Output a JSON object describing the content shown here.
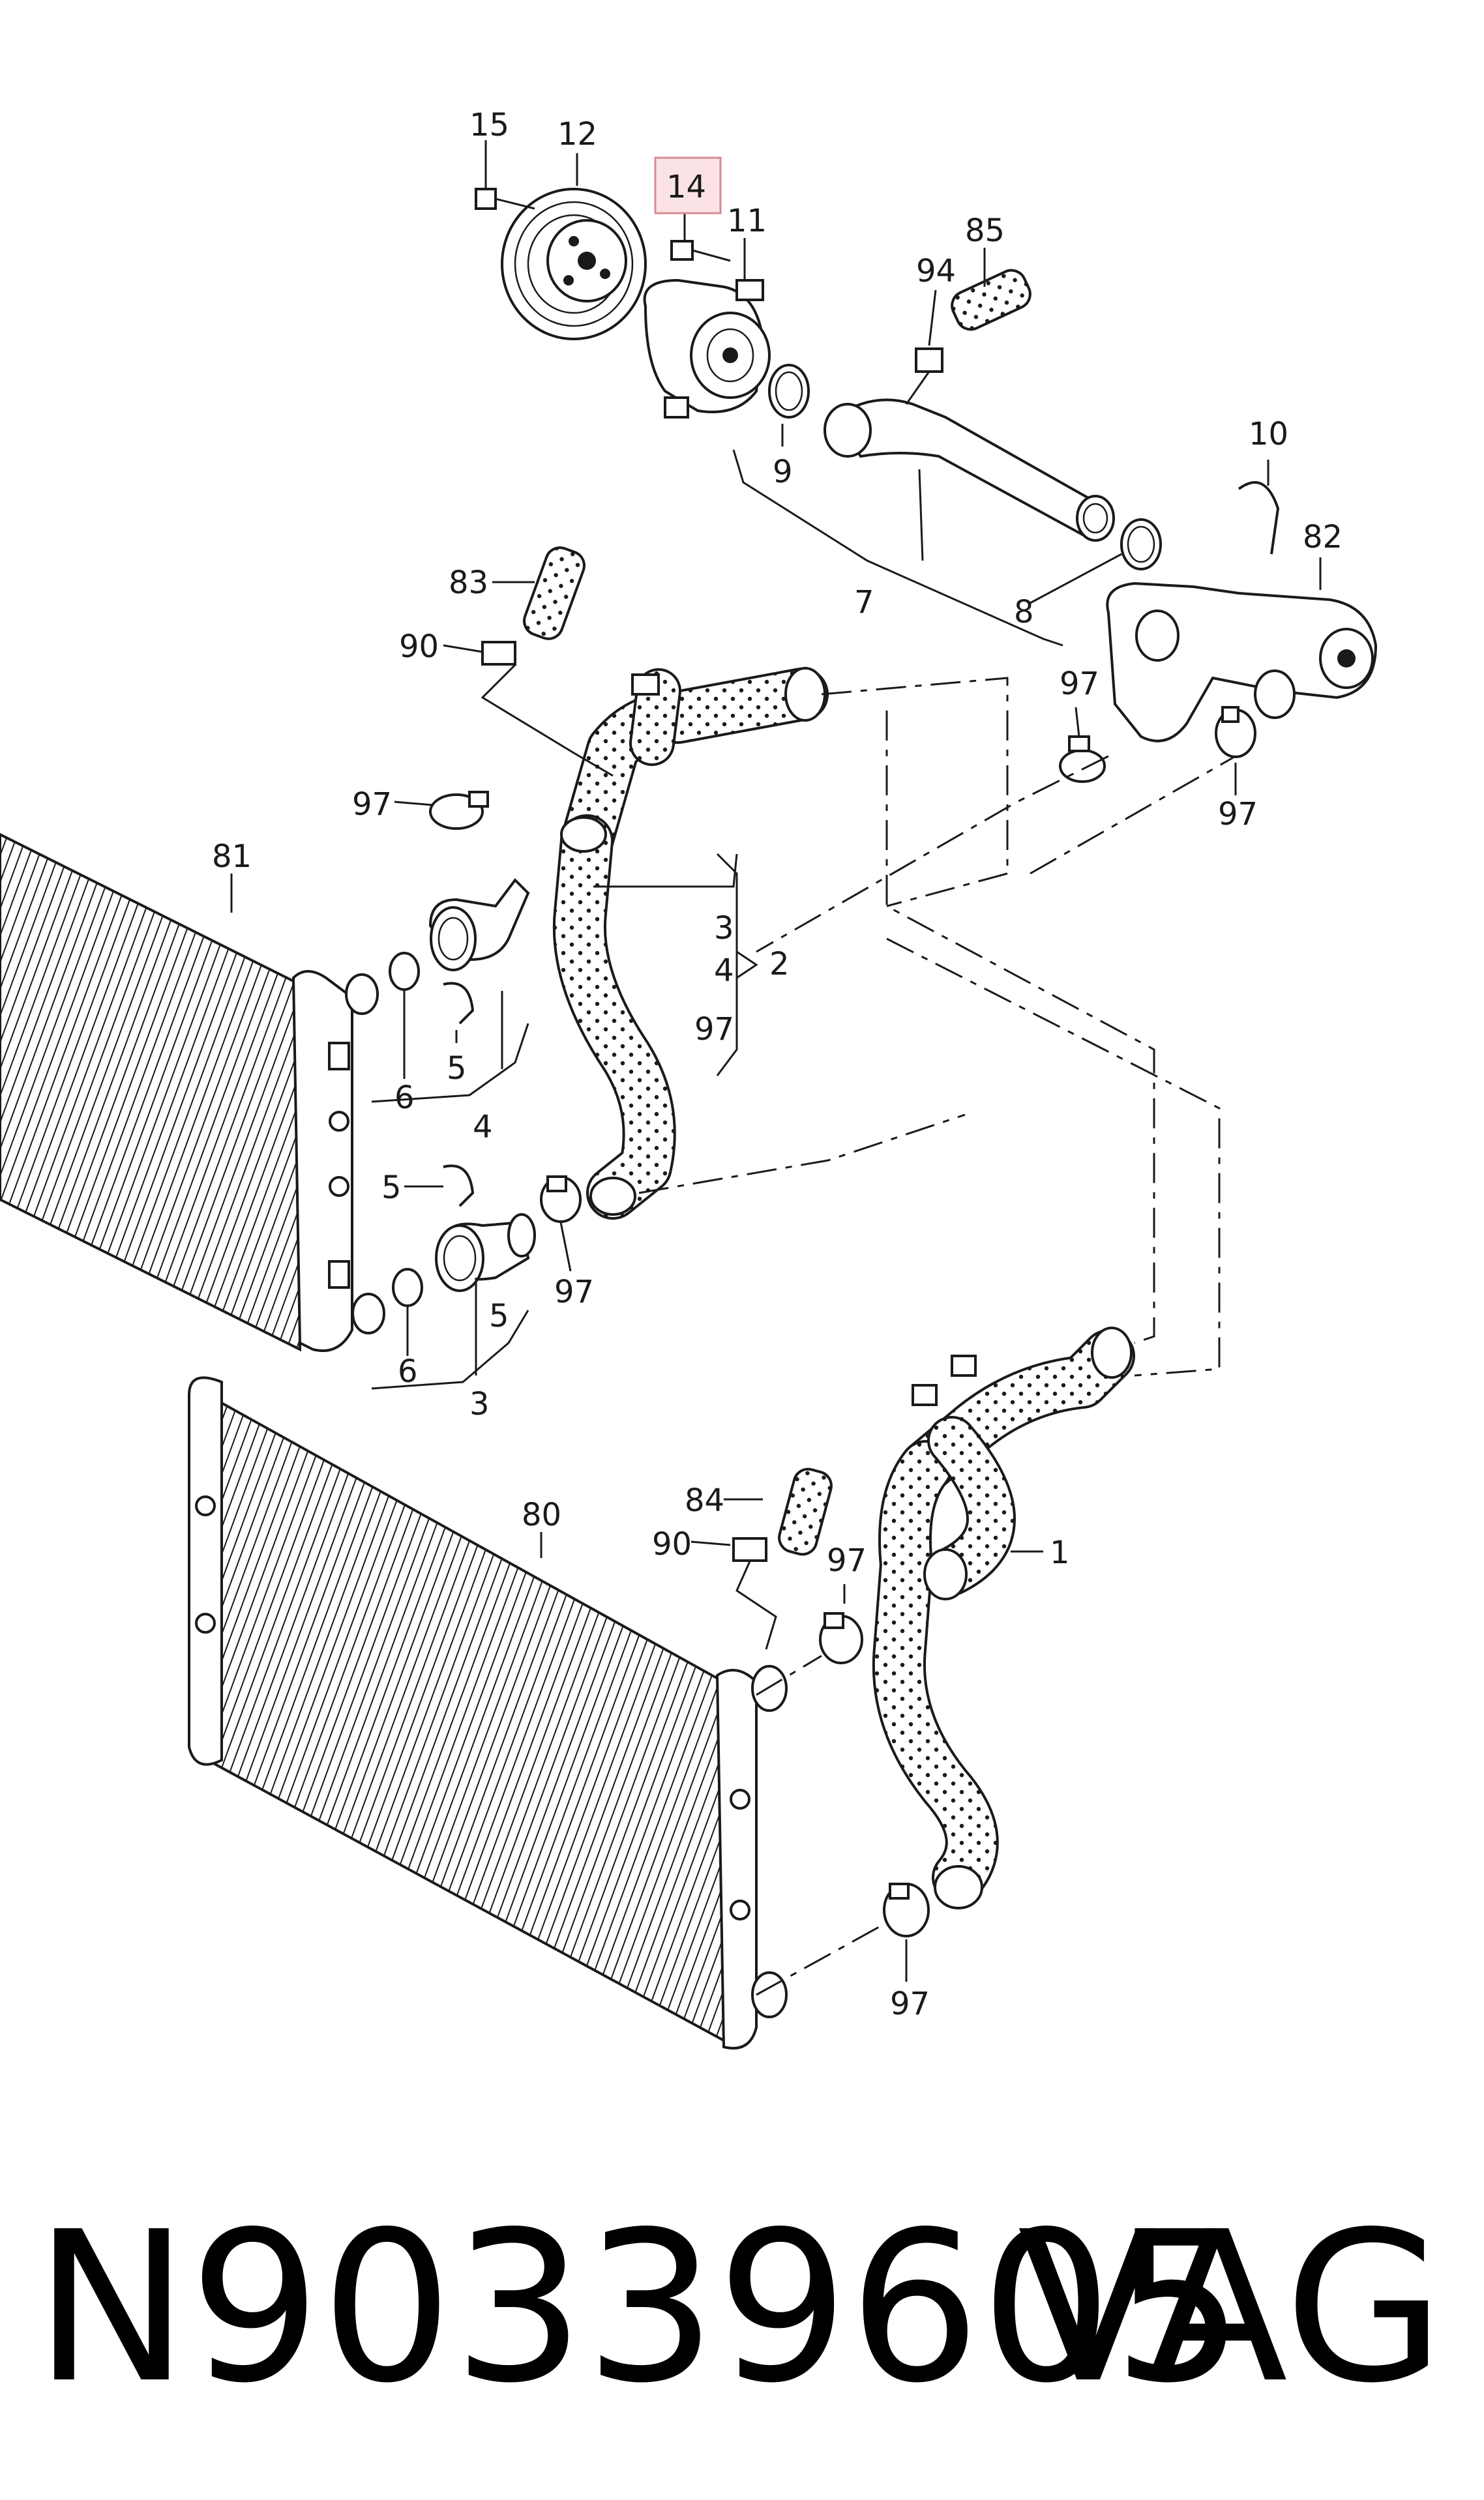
{
  "diagram": {
    "highlight_color": "#e8b4b8",
    "callouts": {
      "c15": "15",
      "c12": "12",
      "c14": "14",
      "c11": "11",
      "c94": "94",
      "c85": "85",
      "c9": "9",
      "c10": "10",
      "c82": "82",
      "c7": "7",
      "c8": "8",
      "c83": "83",
      "c90a": "90",
      "c97a": "97",
      "c97b": "97",
      "c97c": "97",
      "c81": "81",
      "c3a": "3",
      "c4a": "4",
      "c2": "2",
      "c97d": "97",
      "c6a": "6",
      "c5a": "5",
      "c4b": "4",
      "c5b": "5",
      "c97e": "97",
      "c5c": "5",
      "c6b": "6",
      "c3b": "3",
      "c80": "80",
      "c84": "84",
      "c90b": "90",
      "c97f": "97",
      "c1": "1",
      "c97g": "97"
    }
  },
  "caption": {
    "part_number": "N90339605",
    "brand": "VAG"
  }
}
